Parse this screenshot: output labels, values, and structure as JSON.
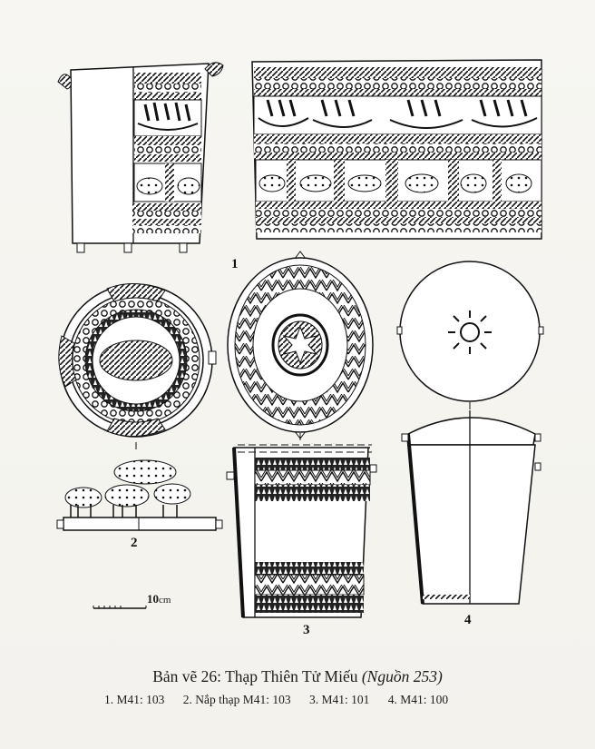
{
  "figure": {
    "title": "Bản vẽ 26: Thạp Thiên Tử Miếu",
    "source": "(Nguồn 253)",
    "labels": {
      "fig1": "1",
      "fig2": "2",
      "fig3": "3",
      "fig4": "4"
    },
    "scale_bar": {
      "value": "10",
      "unit": "cm"
    },
    "items": [
      {
        "label": "1. M41: 103"
      },
      {
        "label": "2. Nắp thạp M41: 103"
      },
      {
        "label": "3. M41: 101"
      },
      {
        "label": "4. M41: 100"
      }
    ],
    "drawings": [
      {
        "id": 1,
        "description": "Bronze jar profile with boat and cattle friezes, plus unrolled decoration band"
      },
      {
        "id": 2,
        "description": "Lid top view with animals and lid profile with cattle figures"
      },
      {
        "id": 3,
        "description": "Lid top view with star and jar profile with decorated bands"
      },
      {
        "id": 4,
        "description": "Plain lid top view with sun motif and plain jar profile"
      }
    ]
  }
}
